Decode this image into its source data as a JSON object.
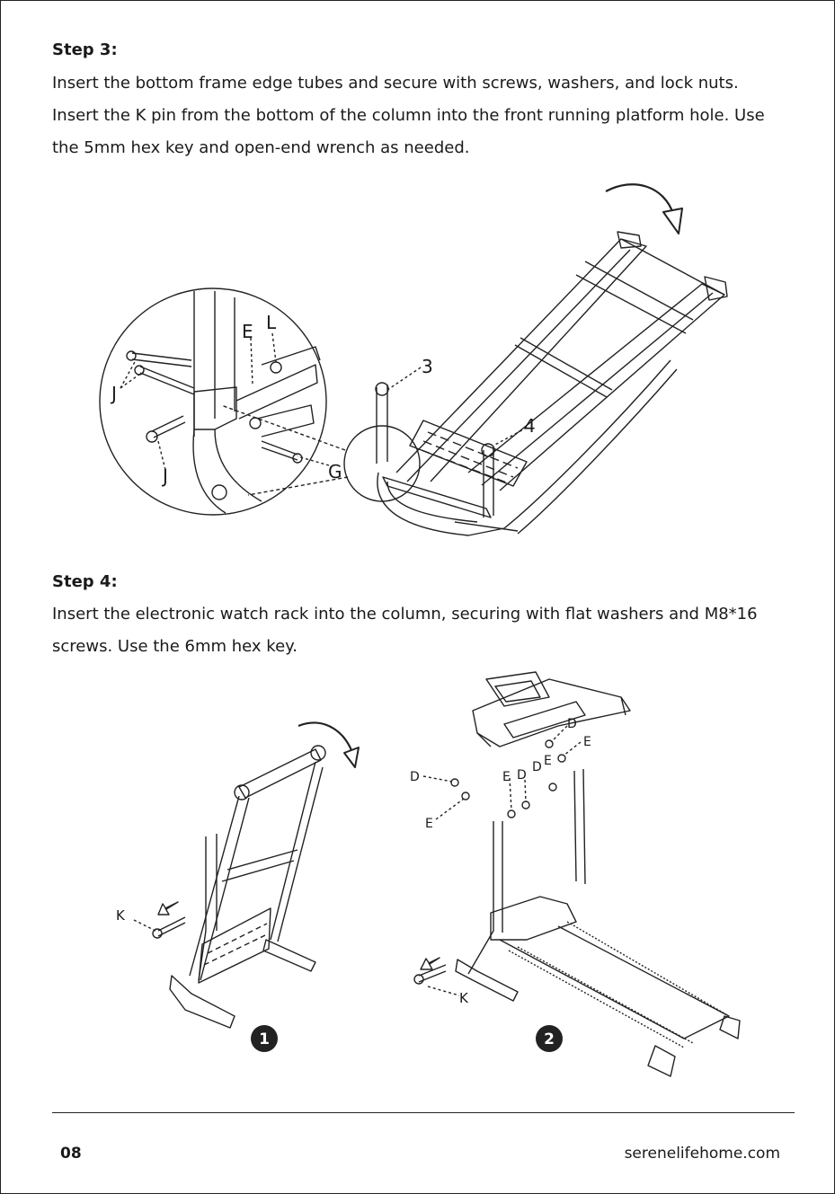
{
  "step3": {
    "heading": "Step 3:",
    "body": "Insert the bottom frame edge tubes and secure with screws, washers, and lock nuts. Insert the K pin from the bottom of the column into the front running platform hole. Use the 5mm hex key and open-end wrench as needed.",
    "labels": {
      "e": "E",
      "l": "L",
      "j1": "J",
      "j2": "J",
      "g": "G",
      "three": "3",
      "four": "4"
    }
  },
  "step4": {
    "heading": "Step 4:",
    "body": "Insert the electronic watch rack into the column, securing with flat washers and M8*16 screws. Use the 6mm hex key.",
    "figure1": {
      "badge": "1",
      "label_k": "K"
    },
    "figure2": {
      "badge": "2",
      "label_k": "K",
      "labels": [
        "D",
        "E",
        "E",
        "D",
        "D",
        "E",
        "D",
        "E"
      ]
    }
  },
  "footer": {
    "page_number": "08",
    "website": "serenelifehome.com"
  }
}
